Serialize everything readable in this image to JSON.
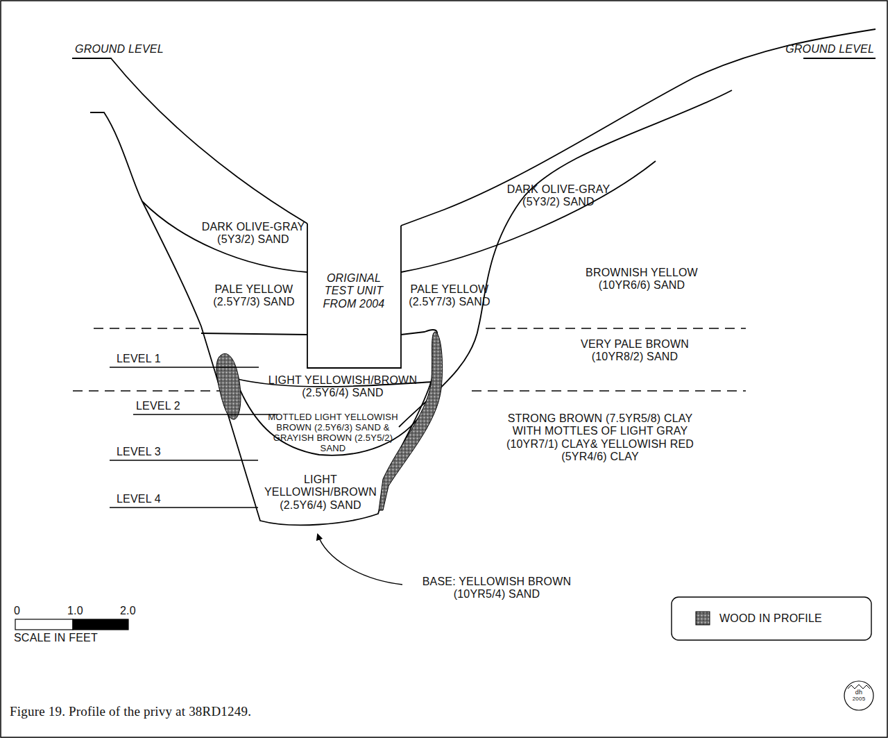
{
  "diagram": {
    "caption": "Figure 19. Profile of the privy at 38RD1249.",
    "labels": [
      "GROUND LEVEL",
      "GROUND LEVEL",
      "DARK OLIVE-GRAY (5Y3/2) SAND",
      "ORIGINAL TEST UNIT FROM 2004",
      "DARK OLIVE-GRAY (5Y3/2) SAND",
      "PALE YELLOW (2.5Y7/3) SAND",
      "PALE YELLOW (2.5Y7/3) SAND",
      "BROWNISH YELLOW (10YR6/6) SAND",
      "VERY PALE BROWN (10YR8/2) SAND",
      "LEVEL 1",
      "LIGHT YELLOWISH/BROWN (2.5Y6/4) SAND",
      "LEVEL 2",
      "MOTTLED LIGHT YELLOWISH BROWN (2.5Y6/3) SAND & GRAYISH BROWN (2.5Y5/2) SAND",
      "STRONG BROWN (7.5YR5/8) CLAY WITH MOTTLES OF LIGHT GRAY (10YR7/1) CLAY& YELLOWISH RED (5YR4/6) CLAY",
      "LEVEL 3",
      "LIGHT YELLOWISH/BROWN (2.5Y6/4) SAND",
      "LEVEL 4",
      "BASE: YELLOWISH BROWN (10YR5/4) SAND",
      "0",
      "1.0",
      "2.0",
      "SCALE IN FEET",
      "dh",
      "2005"
    ],
    "legend": [
      {
        "text": "WOOD IN PROFILE"
      }
    ]
  }
}
